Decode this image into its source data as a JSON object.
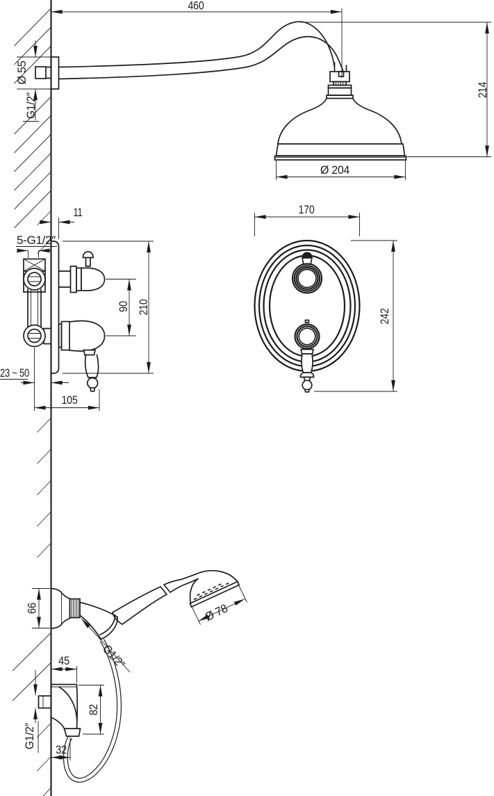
{
  "page": {
    "background": "#ffffff",
    "line_color": "#1c1c1c"
  },
  "views": {
    "overhead_shower": {
      "arm_reach": "460",
      "flange_diameter": "Ø 55",
      "arm_thread": "G1/2″",
      "head_drop": "214",
      "head_diameter": "Ø 204"
    },
    "valve_side": {
      "plate_offset": "11",
      "connections": "5-G1/2″",
      "port_spacing": "90",
      "body_height": "210",
      "install_depth": "23 ~ 50",
      "body_width": "105"
    },
    "valve_front": {
      "plate_width": "170",
      "plate_height": "242"
    },
    "hand_shower": {
      "bracket_diameter": "66",
      "head_diameter": "Ø 78",
      "hose_thread": "G1/2″"
    },
    "supply_elbow": {
      "width": "45",
      "height": "82",
      "outlet_offset": "32",
      "thread": "G1/2″"
    }
  }
}
